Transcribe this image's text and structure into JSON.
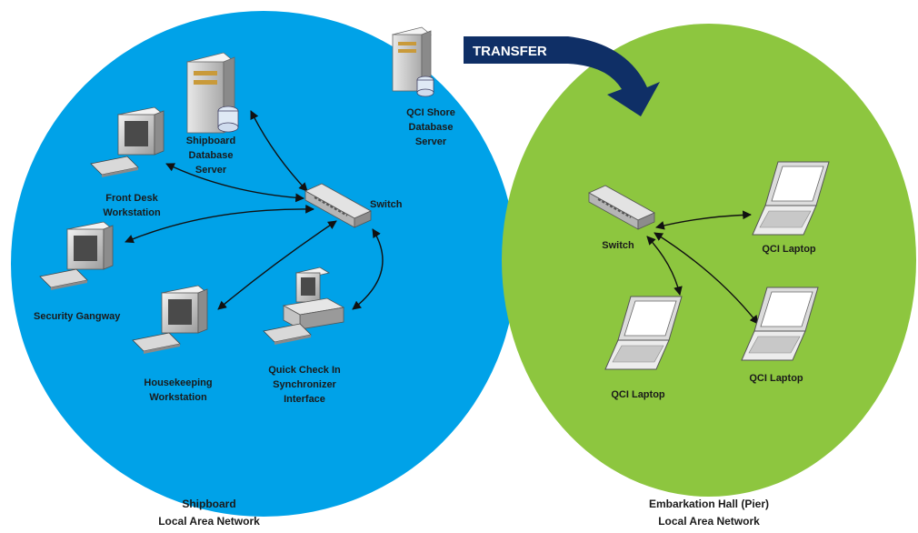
{
  "transfer_label": "TRANSFER",
  "colors": {
    "lan_left": "#00a2e8",
    "lan_right": "#8dc63f",
    "arrow": "#0f2f66"
  },
  "icons": [
    "server-icon",
    "monitor-icon",
    "keyboard-icon",
    "switch-icon",
    "laptop-icon",
    "kiosk-icon"
  ],
  "shore_server": {
    "line1": "QCI Shore",
    "line2": "Database",
    "line3": "Server"
  },
  "left_lan": {
    "caption_line1": "Shipboard",
    "caption_line2": "Local Area Network",
    "server": {
      "line1": "Shipboard",
      "line2": "Database",
      "line3": "Server"
    },
    "front_desk": {
      "line1": "Front Desk",
      "line2": "Workstation"
    },
    "switch": "Switch",
    "security": "Security Gangway",
    "housekeeping": {
      "line1": "Housekeeping",
      "line2": "Workstation"
    },
    "quick_check": {
      "line1": "Quick Check In",
      "line2": "Synchronizer",
      "line3": "Interface"
    }
  },
  "right_lan": {
    "caption_line1": "Embarkation Hall (Pier)",
    "caption_line2": "Local Area Network",
    "switch": "Switch",
    "laptop_top": "QCI Laptop",
    "laptop_bl": "QCI Laptop",
    "laptop_br": "QCI Laptop"
  }
}
